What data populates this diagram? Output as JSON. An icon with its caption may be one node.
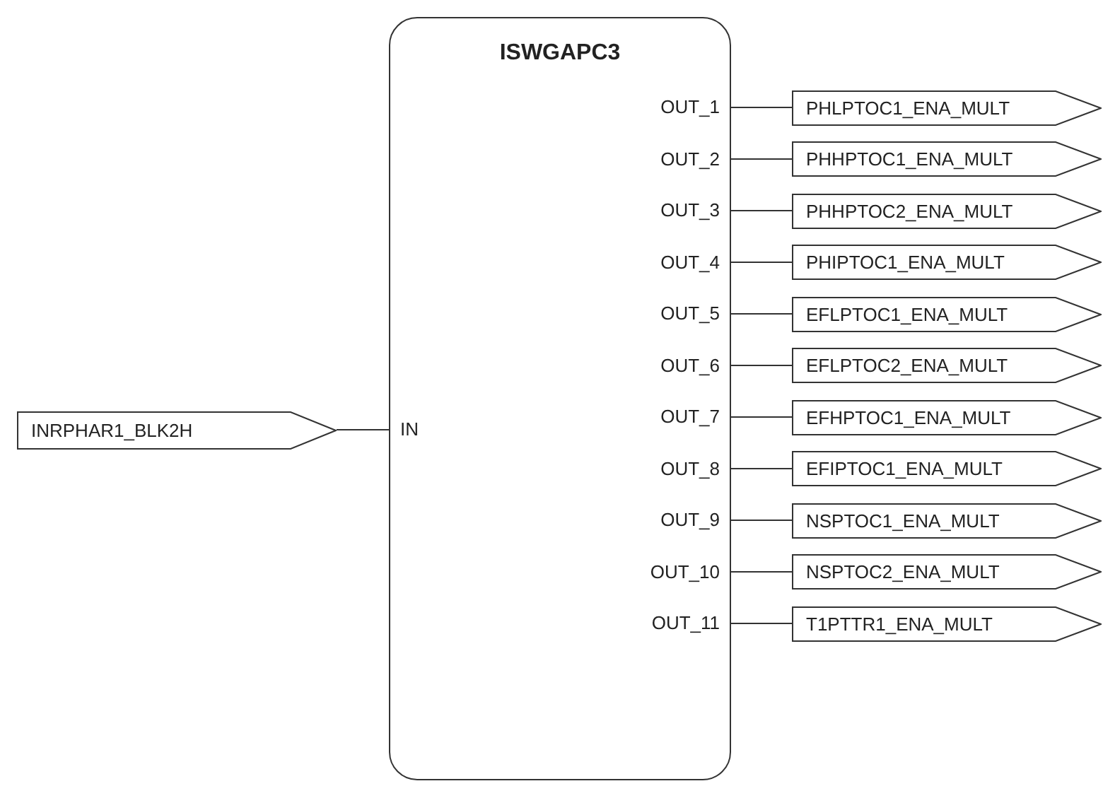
{
  "diagram": {
    "nodes": [
      {
        "text": [
          "ISWGAPC3"
        ]
      },
      {
        "text": [
          "IN"
        ],
        "in": 0
      },
      {
        "text": [
          "OUT_1"
        ],
        "in": 0
      },
      {
        "text": [
          "OUT_2"
        ],
        "in": 0
      },
      {
        "text": [
          "OUT_3"
        ],
        "in": 0
      },
      {
        "text": [
          "OUT_4"
        ],
        "in": 0
      },
      {
        "text": [
          "OUT_5"
        ],
        "in": 0
      },
      {
        "text": [
          "OUT_6"
        ],
        "in": 0
      },
      {
        "text": [
          "OUT_7"
        ],
        "in": 0
      },
      {
        "text": [
          "OUT_8"
        ],
        "in": 0
      },
      {
        "text": [
          "OUT_9"
        ],
        "in": 0
      },
      {
        "text": [
          "OUT_10"
        ],
        "in": 0
      },
      {
        "text": [
          "OUT_11"
        ],
        "in": 0
      },
      {
        "text": [
          "INRPHAR1_BLK2H"
        ]
      },
      {
        "text": [
          "PHLPTOC1_ENA_MULT"
        ]
      },
      {
        "text": [
          "PHHPTOC1_ENA_MULT"
        ]
      },
      {
        "text": [
          "PHHPTOC2_ENA_MULT"
        ]
      },
      {
        "text": [
          "PHIPTOC1_ENA_MULT"
        ]
      },
      {
        "text": [
          "EFLPTOC1_ENA_MULT"
        ]
      },
      {
        "text": [
          "EFLPTOC2_ENA_MULT"
        ]
      },
      {
        "text": [
          "EFHPTOC1_ENA_MULT"
        ]
      },
      {
        "text": [
          "EFIPTOC1_ENA_MULT"
        ]
      },
      {
        "text": [
          "NSPTOC1_ENA_MULT"
        ]
      },
      {
        "text": [
          "NSPTOC2_ENA_MULT"
        ]
      },
      {
        "text": [
          "T1PTTR1_ENA_MULT"
        ]
      }
    ],
    "edges": [
      {
        "from": 13,
        "to": 1,
        "arrow": "none"
      },
      {
        "from": 2,
        "to": 14,
        "arrow": "none"
      },
      {
        "from": 3,
        "to": 15,
        "arrow": "none"
      },
      {
        "from": 4,
        "to": 16,
        "arrow": "none"
      },
      {
        "from": 5,
        "to": 17,
        "arrow": "none"
      },
      {
        "from": 6,
        "to": 18,
        "arrow": "none"
      },
      {
        "from": 7,
        "to": 19,
        "arrow": "none"
      },
      {
        "from": 8,
        "to": 20,
        "arrow": "none"
      },
      {
        "from": 9,
        "to": 21,
        "arrow": "none"
      },
      {
        "from": 10,
        "to": 22,
        "arrow": "none"
      },
      {
        "from": 11,
        "to": 23,
        "arrow": "none"
      },
      {
        "from": 12,
        "to": 24,
        "arrow": "none"
      }
    ]
  }
}
